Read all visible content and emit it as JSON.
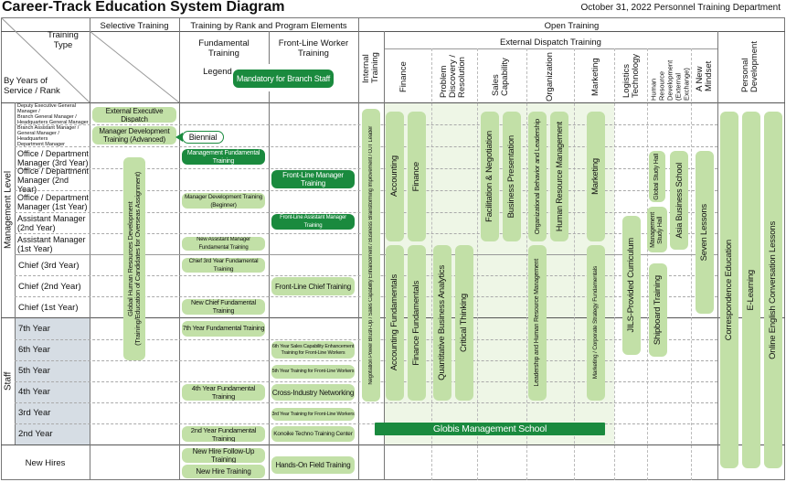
{
  "title": "Career-Track Education System Diagram",
  "date": "October 31, 2022 Personnel Training Department",
  "corner": {
    "training_type": "Training\nType",
    "years": "By Years of\nService / Rank"
  },
  "headers": {
    "selective": "Selective Training",
    "by_rank": "Training by Rank and Program Elements",
    "fundamental": "Fundamental\nTraining",
    "frontline": "Front-Line Worker\nTraining",
    "open": "Open Training",
    "external": "External Dispatch Training",
    "legend": "Legend",
    "legend_item": "Mandatory for Branch Staff",
    "internal": "Internal\nTraining",
    "finance": "Finance",
    "problem": "Problem\nDiscovery /\nResolution",
    "sales": "Sales\nCapability",
    "organization": "Organization",
    "marketing": "Marketing",
    "logistics": "Logistics\nTechnology",
    "hr_dev": "Human Resource\nDevelopment\n(External Exchange)",
    "mindset": "A New\nMindset",
    "personal": "Personal\nDevelopment"
  },
  "groups": {
    "management": "Management Level",
    "staff": "Staff"
  },
  "rows": [
    "Deputy Executive General Manager /\nBranch General Manager /\nHeadquarters General Manager",
    "Branch Assistant Manager /\nGeneral Manager / Headquarters\nDepartment Manager",
    "Office / Department\nManager (3rd Year)",
    "Office / Department\nManager (2nd Year)",
    "Office / Department\nManager (1st Year)",
    "Assistant Manager\n(2nd Year)",
    "Assistant Manager\n(1st Year)",
    "Chief (3rd Year)",
    "Chief (2nd Year)",
    "Chief (1st Year)",
    "7th Year",
    "6th Year",
    "5th Year",
    "4th Year",
    "3rd Year",
    "2nd Year",
    "New Hires"
  ],
  "selective": {
    "exec": "External Executive Dispatch",
    "mgr_dev": "Manager Development\nTraining (Advanced)",
    "biennial": "Biennial",
    "global": "Global Human Resources Development\n(Training/Education of Candidates for Overseas Assignment)"
  },
  "fundamental": [
    "Management Fundamental Training",
    "Manager Development Training (Beginner)",
    "New Assistant Manager Fundamental Training",
    "Chief 3rd Year Fundamental Training",
    "New Chief Fundamental Training",
    "7th Year Fundamental Training",
    "4th Year Fundamental Training",
    "2nd Year Fundamental Training",
    "New Hire Follow-Up Training",
    "New Hire Training"
  ],
  "frontline": [
    "Front-Line Manager Training",
    "Front-Line Assistant Manager Training",
    "Front-Line Chief Training",
    "6th Year Sales Capability Enhancement\nTraining for Front-Line Workers",
    "5th Year Training for Front-Line Workers",
    "Cross-Industry Networking",
    "3rd Year Training for Front-Line Workers",
    "Konoike Techno Training Center",
    "Hands-On Field Training"
  ],
  "open": {
    "internal": "Negotiation Power Brush-Up / Sales Capability Enhancement / Business Brainstorming Improvement / OJT Leader",
    "accounting": "Accounting",
    "finance": "Finance",
    "facilitation": "Facilitation & Negotiation",
    "business_presentation": "Business Presentation",
    "org_behavior": "Organizational Behavior and Leadership",
    "hrm": "Human Resource Management",
    "marketing": "Marketing",
    "accounting_fund": "Accounting Fundamentals",
    "finance_fund": "Finance Fundamentals",
    "quant": "Quantitative Business Analytics",
    "critical": "Critical Thinking",
    "leadership_hrm": "Leadership and Human Resource Management",
    "marketing_fund": "Marketing / Corporate Strategy Fundamentals",
    "globis": "Globis Management School",
    "jils": "JILS-Provided Curriculum",
    "global_hall": "Global Study Hall",
    "mgmt_hall": "Management\nStudy Hall",
    "asia": "Asia Business School",
    "shipboard": "Shipboard Training",
    "seven": "Seven Lessons",
    "correspondence": "Correspondence Education",
    "elearning": "E-Learning",
    "english": "Online English Conversation Lessons"
  },
  "colors": {
    "light": "#c2e0a7",
    "dark": "#1a8a3e",
    "staff_bg": "#d6dde4"
  }
}
